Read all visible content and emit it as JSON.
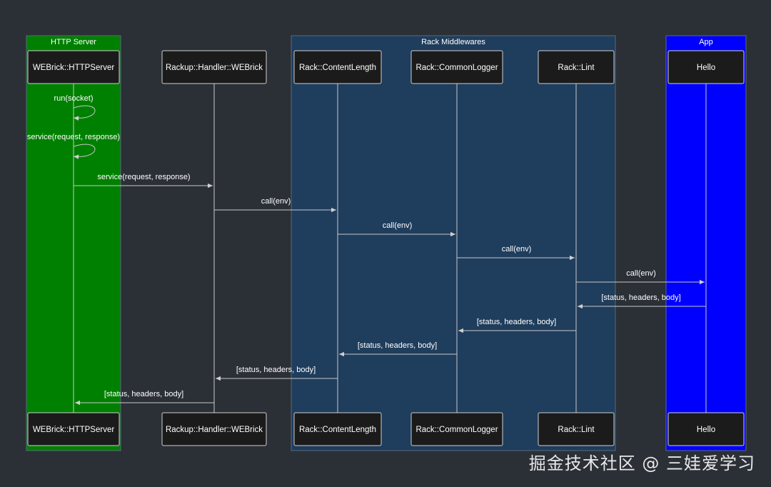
{
  "groups": [
    {
      "id": "http-server",
      "label": "HTTP Server",
      "fill": "#008000"
    },
    {
      "id": "rack-middlewares",
      "label": "Rack Middlewares",
      "fill": "#1f3d5c"
    },
    {
      "id": "app",
      "label": "App",
      "fill": "#0000ff"
    }
  ],
  "participants": [
    {
      "id": "webrick-httpserver",
      "label": "WEBrick::HTTPServer"
    },
    {
      "id": "rackup-handler-webrick",
      "label": "Rackup::Handler::WEBrick"
    },
    {
      "id": "rack-contentlength",
      "label": "Rack::ContentLength"
    },
    {
      "id": "rack-commonlogger",
      "label": "Rack::CommonLogger"
    },
    {
      "id": "rack-lint",
      "label": "Rack::Lint"
    },
    {
      "id": "hello",
      "label": "Hello"
    }
  ],
  "messages": [
    {
      "from": 0,
      "to": 0,
      "label": "run(socket)",
      "kind": "self"
    },
    {
      "from": 0,
      "to": 0,
      "label": "service(request, response)",
      "kind": "self"
    },
    {
      "from": 0,
      "to": 1,
      "label": "service(request, response)",
      "kind": "call"
    },
    {
      "from": 1,
      "to": 2,
      "label": "call(env)",
      "kind": "call"
    },
    {
      "from": 2,
      "to": 3,
      "label": "call(env)",
      "kind": "call"
    },
    {
      "from": 3,
      "to": 4,
      "label": "call(env)",
      "kind": "call"
    },
    {
      "from": 4,
      "to": 5,
      "label": "call(env)",
      "kind": "call"
    },
    {
      "from": 5,
      "to": 4,
      "label": "[status, headers, body]",
      "kind": "return"
    },
    {
      "from": 4,
      "to": 3,
      "label": "[status, headers, body]",
      "kind": "return"
    },
    {
      "from": 3,
      "to": 2,
      "label": "[status, headers, body]",
      "kind": "return"
    },
    {
      "from": 2,
      "to": 1,
      "label": "[status, headers, body]",
      "kind": "return"
    },
    {
      "from": 1,
      "to": 0,
      "label": "[status, headers, body]",
      "kind": "return"
    }
  ],
  "colors": {
    "background": "#2b2f36",
    "box_fill": "#1b1b1b",
    "box_stroke": "#cfcfcf",
    "line": "#c8c8c8",
    "text": "#ffffff"
  },
  "watermark": "掘金技术社区 @ 三娃爱学习"
}
